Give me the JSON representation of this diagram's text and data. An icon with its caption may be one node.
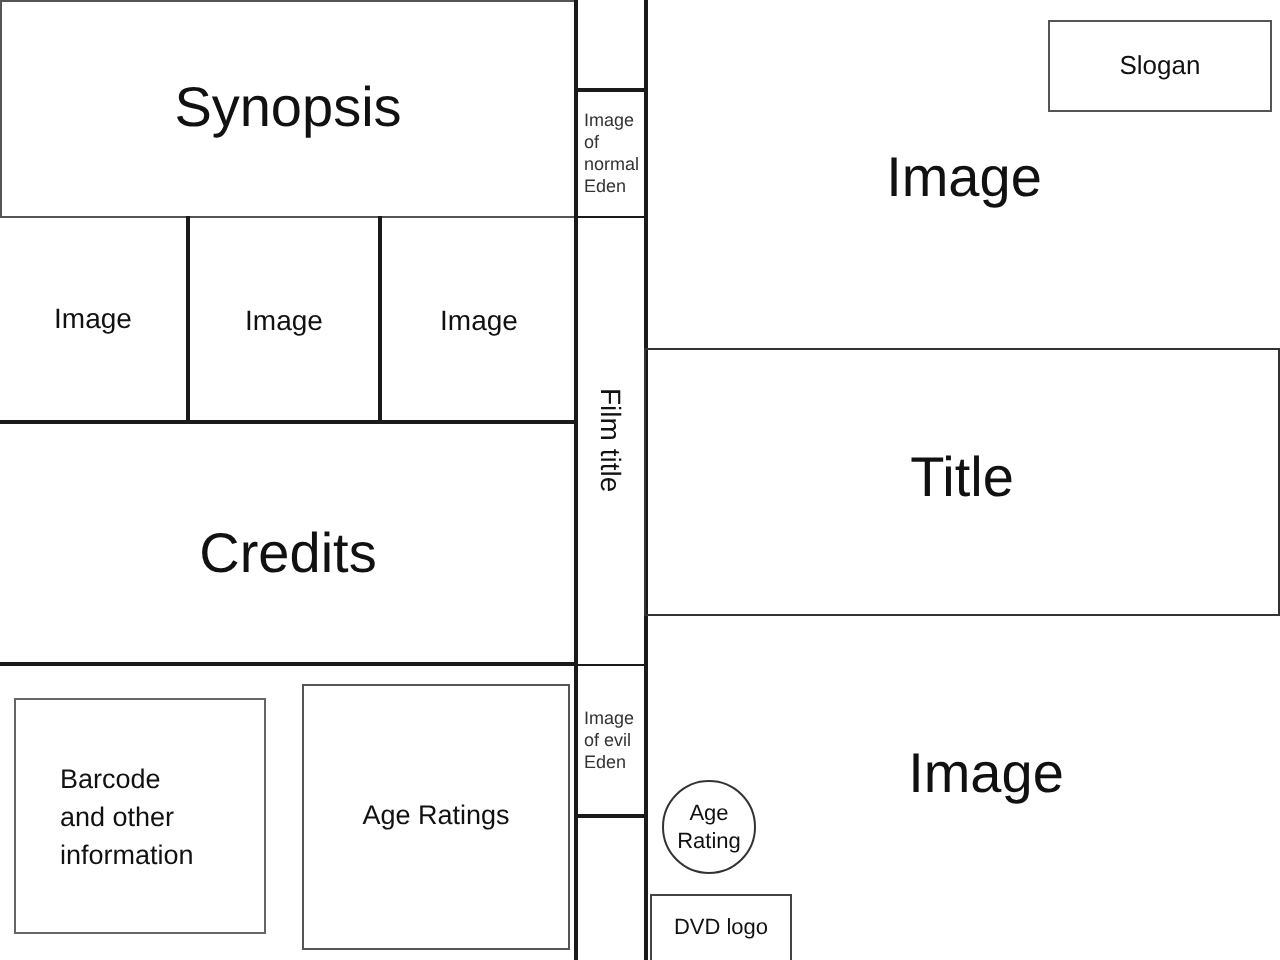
{
  "diagram": {
    "nodes": [
      {
        "text": [
          "Synopsis"
        ]
      },
      {
        "text": [
          "Image"
        ]
      },
      {
        "text": [
          "Image"
        ]
      },
      {
        "text": [
          "Image"
        ]
      },
      {
        "text": [
          "Credits"
        ]
      },
      {
        "text": [
          "Barcode and other information"
        ]
      },
      {
        "text": [
          "Age Ratings"
        ]
      },
      {
        "text": [],
        "shape": "box"
      },
      {
        "text": [
          "Image of normal Eden"
        ]
      },
      {
        "text": [
          "Film title"
        ]
      },
      {
        "text": [
          "Image of evil Eden"
        ]
      },
      {
        "text": [],
        "shape": "box"
      },
      {
        "text": [
          "Image"
        ]
      },
      {
        "text": [
          "Slogan"
        ],
        "in": 12
      },
      {
        "text": [
          "Title"
        ]
      },
      {
        "text": [
          "Image"
        ]
      },
      {
        "text": [
          "Age Rating"
        ],
        "in": 15
      },
      {
        "text": [
          "DVD logo"
        ],
        "in": 15
      }
    ]
  }
}
